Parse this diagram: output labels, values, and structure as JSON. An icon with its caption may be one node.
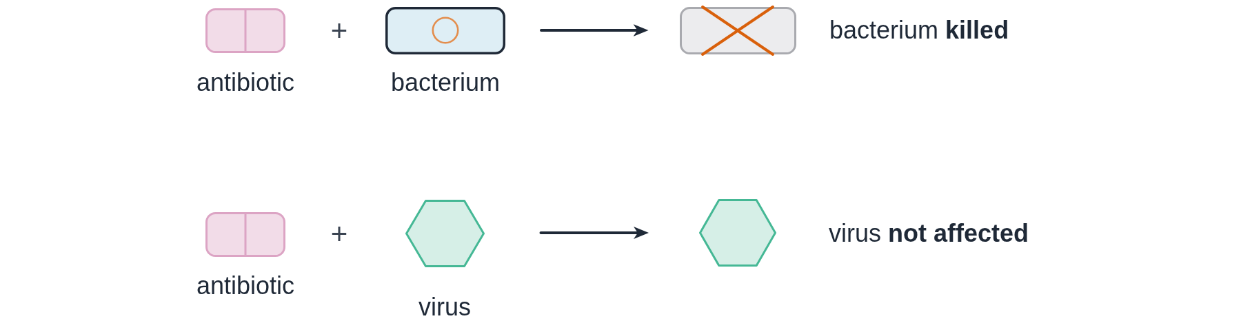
{
  "diagram": {
    "nodes": [
      {
        "text": [
          "antibiotic"
        ]
      },
      {
        "text": [
          "bacterium"
        ]
      },
      {
        "text": [],
        "shape": "box",
        "beside": [
          "bacterium **killed**"
        ]
      },
      {
        "text": [
          "antibiotic"
        ]
      },
      {
        "text": [
          "virus"
        ]
      },
      {
        "text": [],
        "shape": "hexagon",
        "beside": [
          "virus **not affected**"
        ]
      }
    ],
    "edges": [
      {
        "from": 1,
        "to": 2,
        "arrow": "to"
      },
      {
        "from": 4,
        "to": 5,
        "arrow": "to"
      }
    ],
    "labels": [
      "+",
      "+"
    ]
  }
}
